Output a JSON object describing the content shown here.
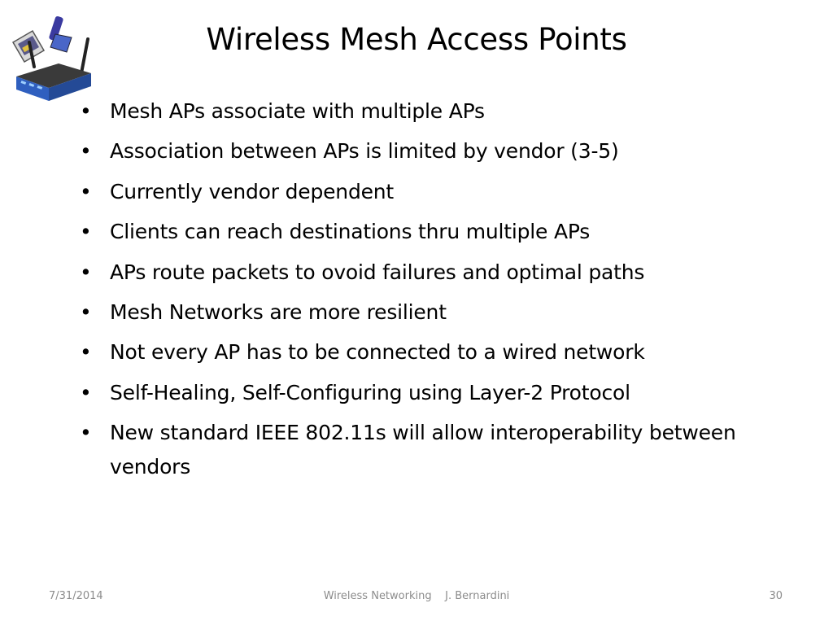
{
  "slide": {
    "title": "Wireless Mesh Access Points",
    "bullets": [
      "Mesh APs  associate with multiple APs",
      "Association between APs is limited by vendor (3-5)",
      "Currently vendor dependent",
      "Clients can reach destinations thru multiple APs",
      "APs route packets to ovoid failures and optimal paths",
      "Mesh Networks are more resilient",
      "Not every AP has to be connected to a wired network",
      "Self-Healing, Self-Configuring using Layer-2 Protocol",
      "New standard IEEE 802.11s will allow interoperability between vendors"
    ],
    "bullet_glyph": "•"
  },
  "footer": {
    "date": "7/31/2014",
    "center": "Wireless Networking    J. Bernardini",
    "page": "30"
  },
  "image": {
    "icon": "wireless-router-icon",
    "colors": {
      "router_body": "#2f5fbf",
      "router_top": "#3a3a3a",
      "card": "#5a5a8a",
      "antenna": "#222222"
    }
  }
}
